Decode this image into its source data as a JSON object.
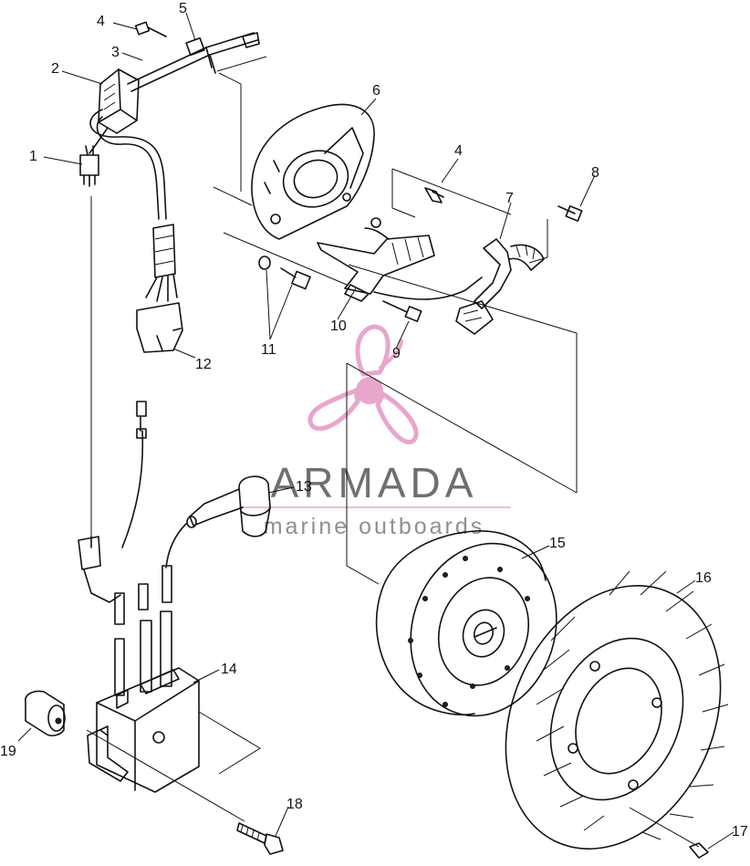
{
  "callouts": [
    "1",
    "2",
    "3",
    "4",
    "5",
    "6",
    "4",
    "8",
    "7",
    "10",
    "11",
    "9",
    "12",
    "13",
    "15",
    "16",
    "14",
    "19",
    "18",
    "17"
  ],
  "watermark": {
    "brand": "ARMADA",
    "tagline": "marine outboards",
    "accent_color": "#e8a6cc",
    "text_color": "#6f6f6f"
  }
}
